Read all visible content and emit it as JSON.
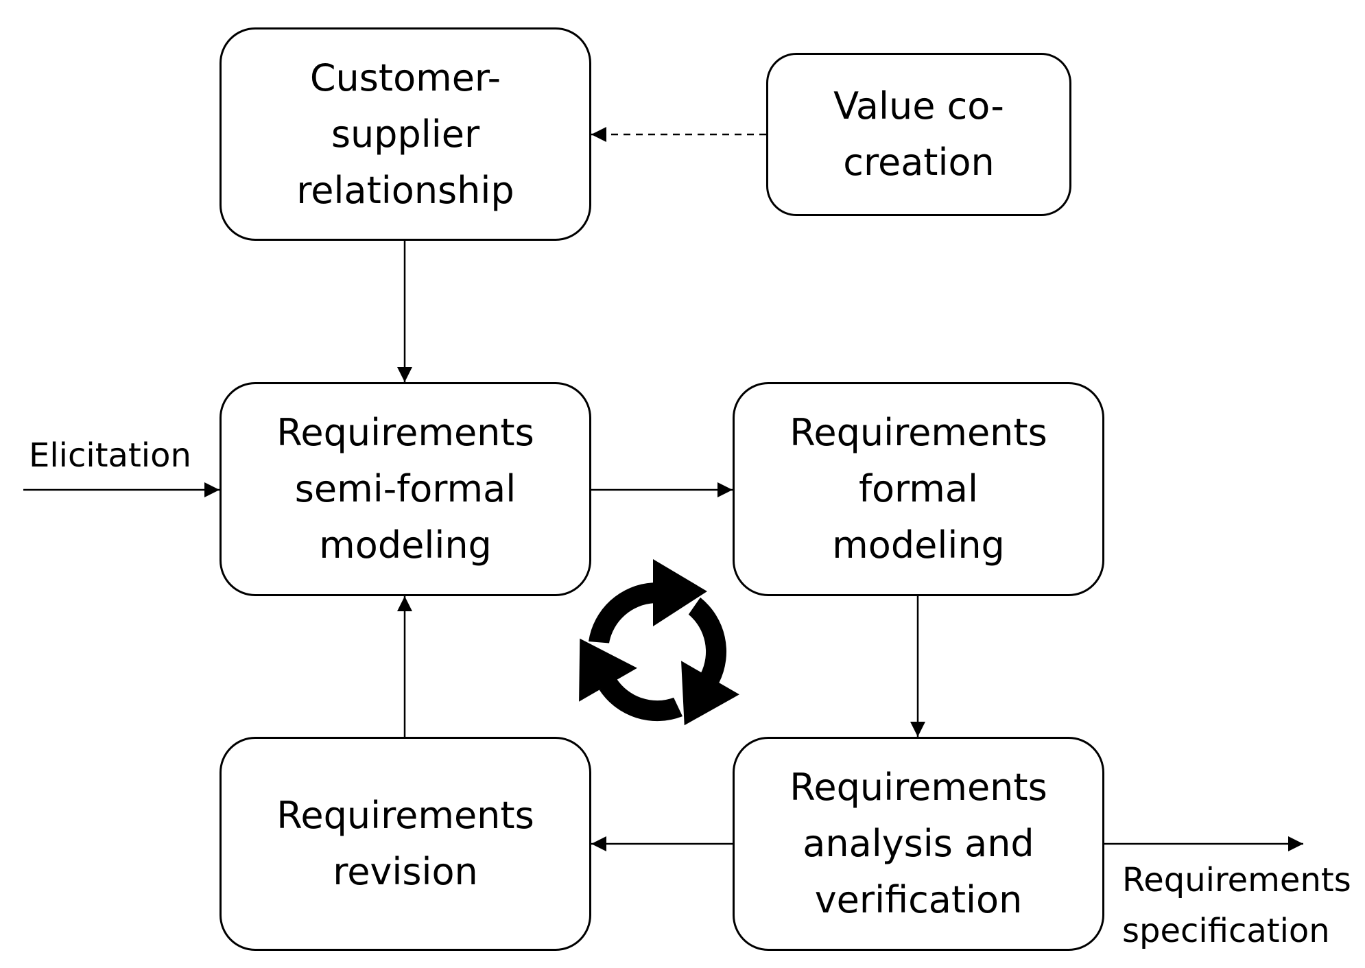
{
  "nodes": {
    "customer_supplier": {
      "lines": [
        "Customer-",
        "supplier",
        "relationship"
      ]
    },
    "value_cocreation": {
      "lines": [
        "Value co-",
        "creation"
      ]
    },
    "semi_formal": {
      "lines": [
        "Requirements",
        "semi-formal",
        "modeling"
      ]
    },
    "formal": {
      "lines": [
        "Requirements",
        "formal",
        "modeling"
      ]
    },
    "revision": {
      "lines": [
        "Requirements",
        "revision"
      ]
    },
    "analysis": {
      "lines": [
        "Requirements",
        "analysis and",
        "verification"
      ]
    }
  },
  "labels": {
    "input": "Elicitation",
    "output_line1": "Requirements",
    "output_line2": "specification"
  },
  "icons": {
    "cycle": "cycle-arrows-icon"
  },
  "colors": {
    "stroke": "#000000",
    "background": "#ffffff"
  }
}
